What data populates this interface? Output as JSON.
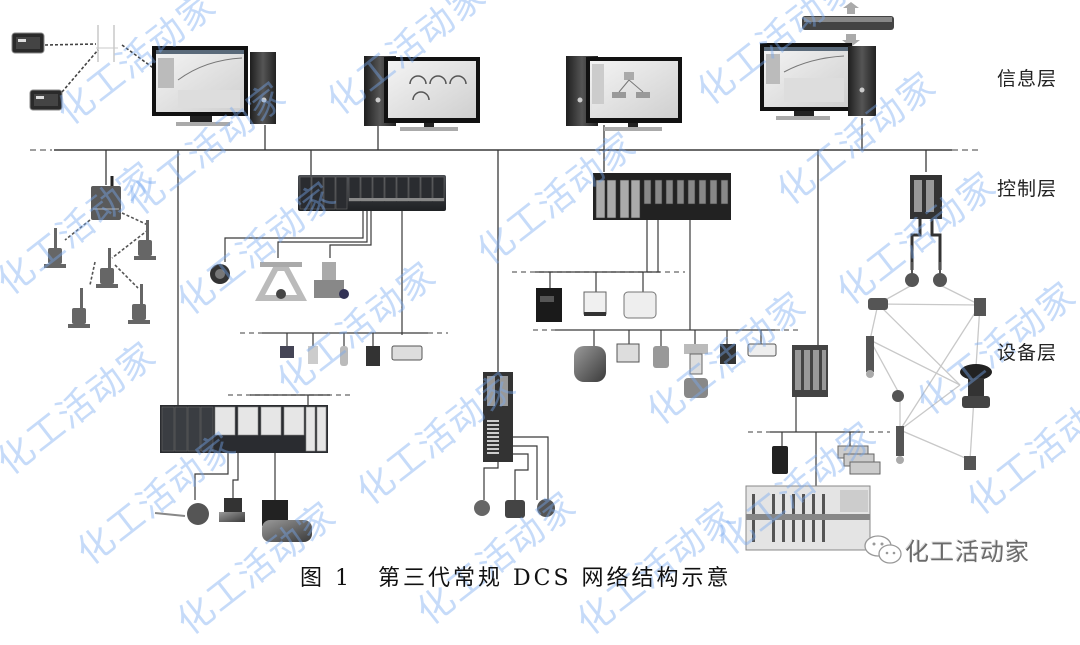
{
  "figure": {
    "caption_number": "图 1",
    "caption_text": "第三代常规 DCS 网络结构示意",
    "brand_text": "化工活动家",
    "watermark_text": "化工活动家"
  },
  "layers": [
    {
      "id": "info",
      "label": "信息层"
    },
    {
      "id": "control",
      "label": "控制层"
    },
    {
      "id": "device",
      "label": "设备层"
    }
  ],
  "colors": {
    "line": "#3a3a3a",
    "dashed": "#555555",
    "wireless_link": "#bdbdbd",
    "watermark": "#78aaf0",
    "device_dark": "#2f3236",
    "device_light": "#d9d9d9"
  },
  "nodes": {
    "info_layer": [
      "wireless-tablet-1",
      "wireless-tablet-2",
      "wireless-access-point",
      "operator-workstation-1",
      "operator-workstation-2",
      "operator-workstation-3",
      "server-workstation",
      "network-switch"
    ],
    "control_layer": [
      "wireless-gateway",
      "controller-rack-1",
      "controller-rack-2",
      "controller-rack-3",
      "controller-rack-4",
      "wireless-controller",
      "io-controller"
    ],
    "device_layer": [
      "wireless-transmitters",
      "flow-meters",
      "fieldbus-instruments",
      "valves",
      "io-cards",
      "wireless-mesh-instruments"
    ]
  }
}
